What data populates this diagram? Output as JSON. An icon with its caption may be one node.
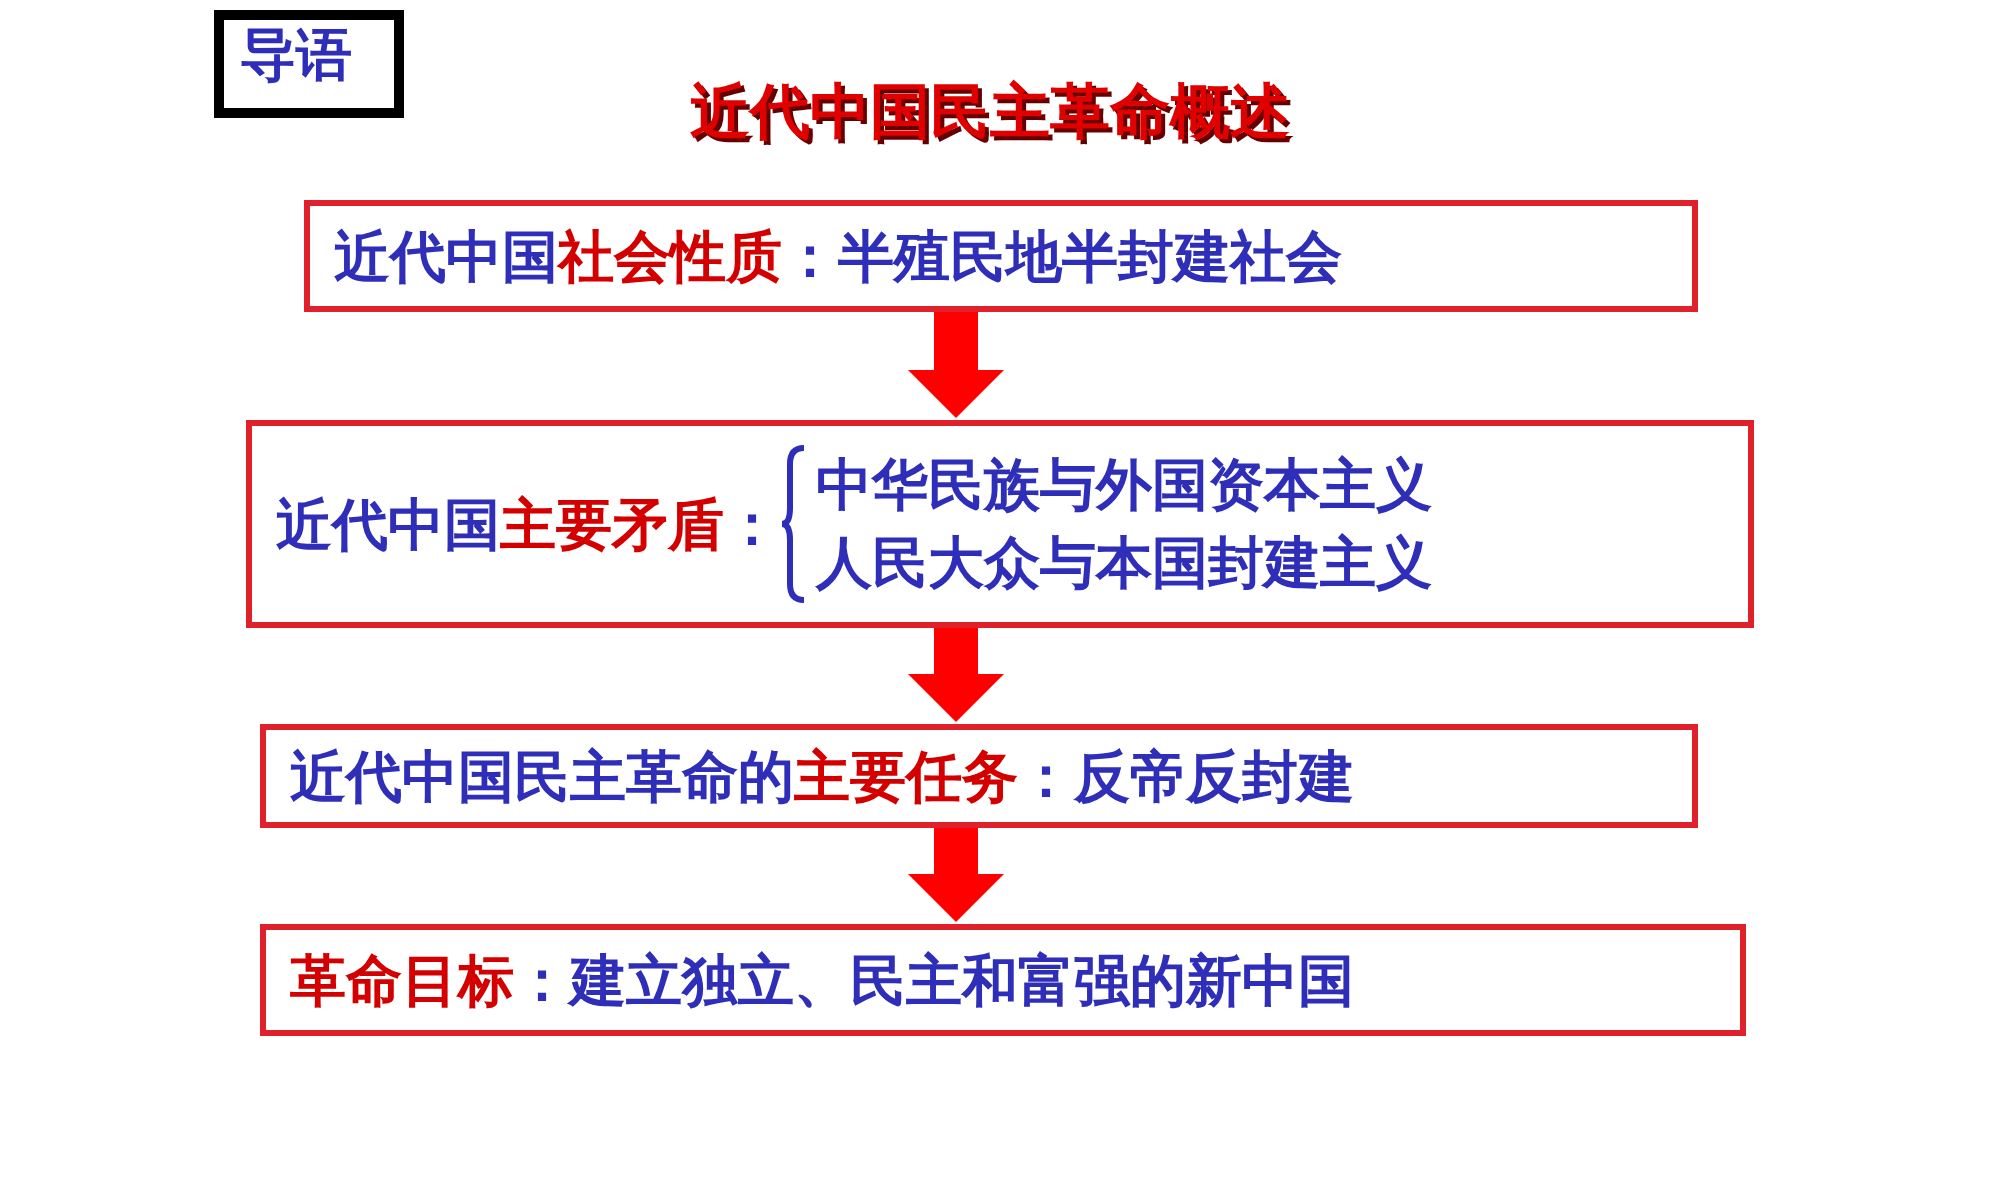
{
  "diagram": {
    "title": "近代中国民主革命概述",
    "nodes": [
      {
        "text": [
          "导语"
        ]
      },
      {
        "text": [
          "近代中国**社会性质**：半殖民地半封建社会"
        ]
      },
      {
        "text": [
          "近代中国**主要矛盾**：",
          "中华民族与外国资本主义",
          "人民大众与本国封建主义"
        ]
      },
      {
        "text": [
          "近代中国民主革命的**主要任务**：反帝反封建"
        ]
      },
      {
        "text": [
          "**革命目标**：建立独立、民主和富强的新中国"
        ]
      }
    ],
    "edges": [
      {
        "from": 1,
        "to": 2,
        "arrow": "to"
      },
      {
        "from": 2,
        "to": 3,
        "arrow": "to"
      },
      {
        "from": 3,
        "to": 4,
        "arrow": "to"
      }
    ]
  }
}
